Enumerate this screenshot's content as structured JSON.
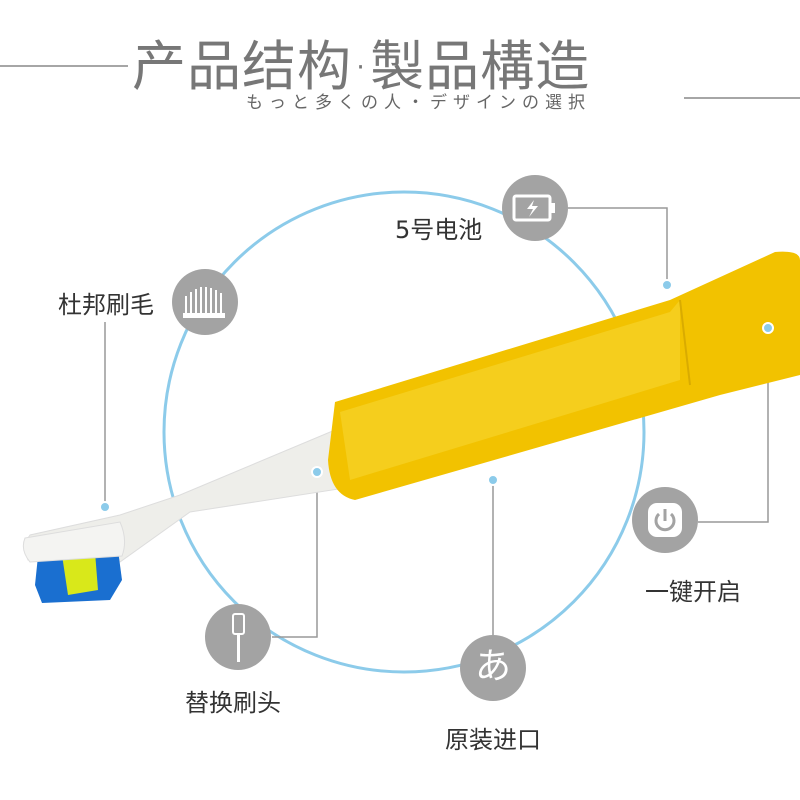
{
  "title": "产品结构·製品構造",
  "subtitle": "もっと多くの人・デザインの選択",
  "accent_circle_color": "#8ccbea",
  "handle_color": "#f2c200",
  "icon_bg_color": "#a3a3a3",
  "features": [
    {
      "label": "5号电池",
      "icon": "battery-icon"
    },
    {
      "label": "杜邦刷毛",
      "icon": "bristles-icon"
    },
    {
      "label": "一键开启",
      "icon": "power-icon"
    },
    {
      "label": "替换刷头",
      "icon": "brush-head-icon"
    },
    {
      "label": "原装进口",
      "icon": "hiragana-a-icon",
      "glyph": "あ"
    }
  ]
}
